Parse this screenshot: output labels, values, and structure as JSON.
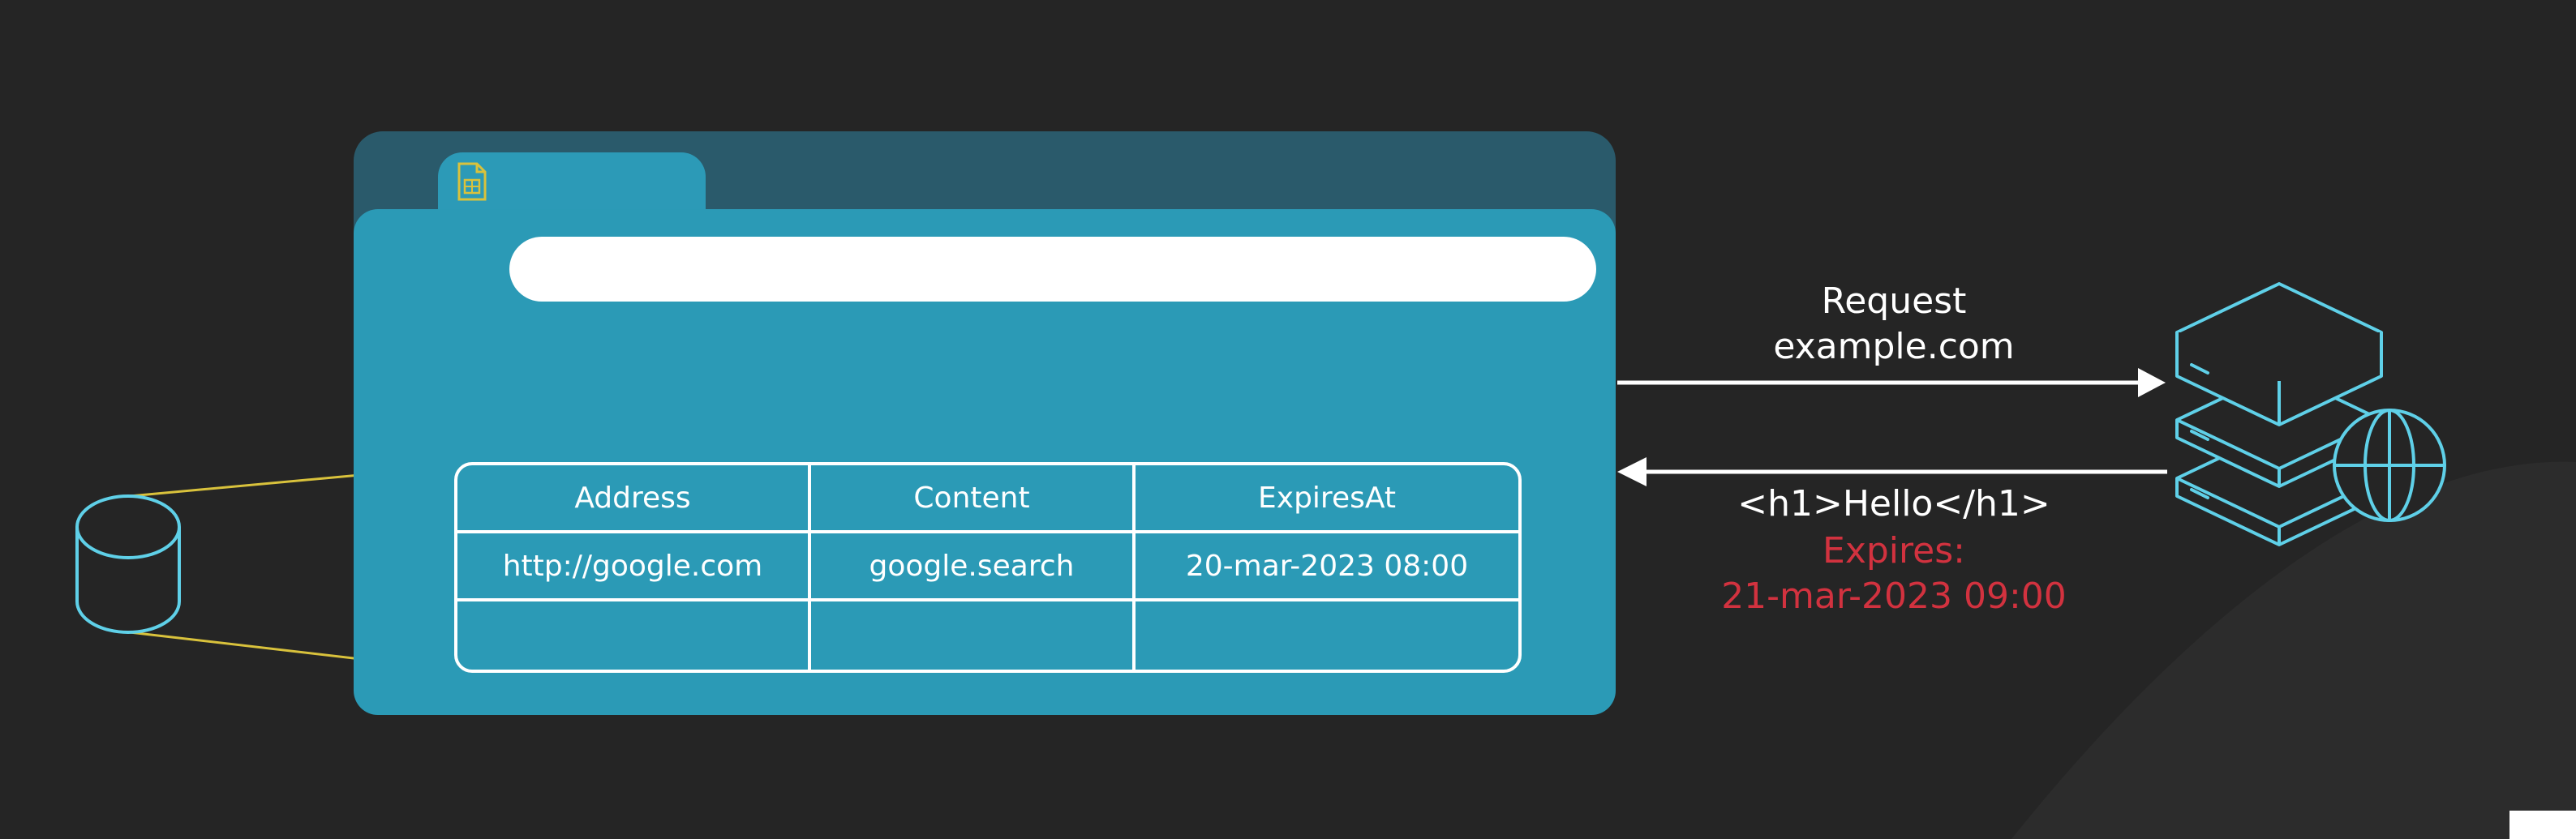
{
  "request": {
    "line1": "Request",
    "line2": "example.com"
  },
  "response": {
    "body": "<h1>Hello</h1>",
    "expires_label": "Expires:",
    "expires_value": "21-mar-2023 09:00"
  },
  "cache_table": {
    "headers": [
      "Address",
      "Content",
      "ExpiresAt"
    ],
    "rows": [
      [
        "http://google.com",
        "google.search",
        "20-mar-2023 08:00"
      ],
      [
        "",
        "",
        ""
      ]
    ]
  },
  "colors": {
    "background": "#252525",
    "browser_body": "#2b9ab6",
    "browser_back": "#2a5a6b",
    "accent_cyan": "#5fd0e8",
    "connector_yellow": "#d9c23c",
    "expires_red": "#d2323f"
  }
}
